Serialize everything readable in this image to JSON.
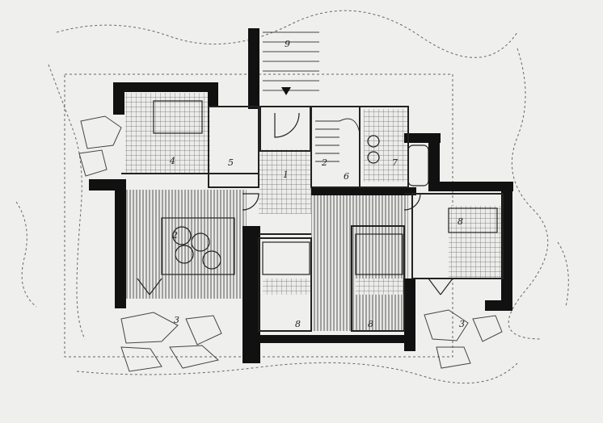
{
  "drawing": {
    "ink_color": "#111111",
    "paper_color": "#efefed",
    "hatch_color": "#4a4a4a"
  },
  "room_numbers": {
    "terrace_north": "9",
    "kitchen": "4",
    "wc": "5",
    "hall": "1",
    "stair": "2",
    "bath_small": "6",
    "bath": "7",
    "living": "2",
    "bedroom_east": "8",
    "bedroom_mid_left": "8",
    "bedroom_mid_right": "8",
    "terrace_west": "3",
    "terrace_east": "3"
  }
}
